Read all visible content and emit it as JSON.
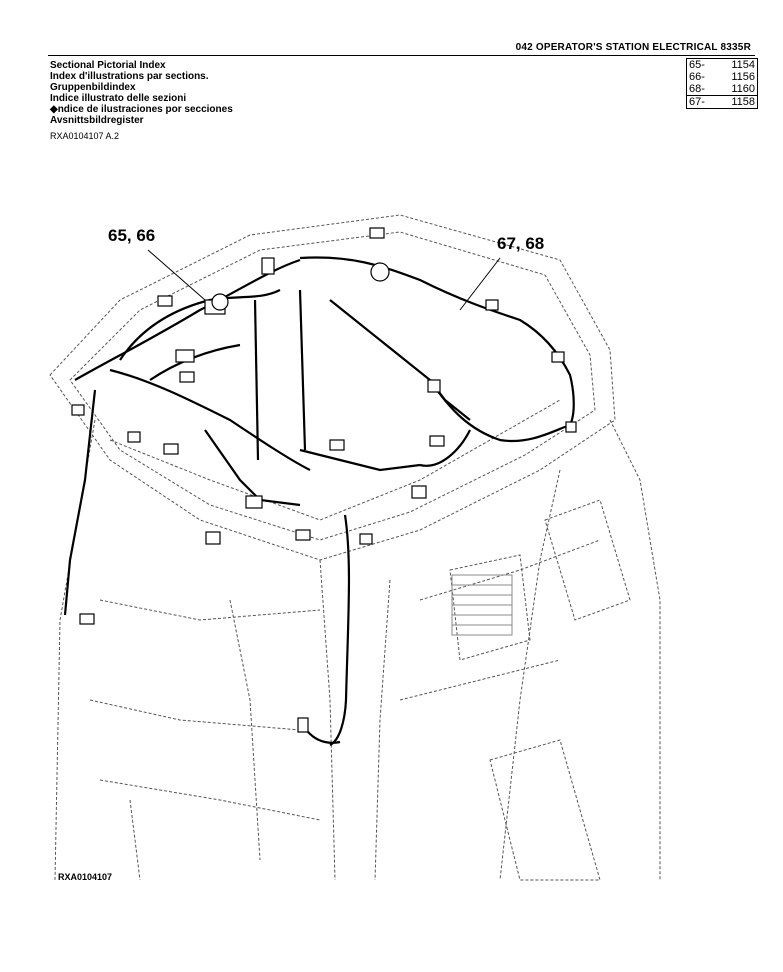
{
  "header": {
    "title": "042 OPERATOR'S STATION ELECTRICAL 8335R"
  },
  "index_titles": [
    "Sectional Pictorial Index",
    "Index d'illustrations par sections.",
    "Gruppenbildindex",
    "Indice illustrato delle sezioni",
    "◆ndice de ilustraciones por secciones",
    "Avsnittsbildregister"
  ],
  "references": [
    {
      "key": "65-",
      "page": "1154"
    },
    {
      "key": "66-",
      "page": "1156"
    },
    {
      "key": "68-",
      "page": "1160"
    },
    {
      "key": "67-",
      "page": "1158"
    }
  ],
  "doc_code": "RXA0104107 A.2",
  "callouts": {
    "left": "65, 66",
    "right": "67, 68"
  },
  "figure_code": "RXA0104107"
}
